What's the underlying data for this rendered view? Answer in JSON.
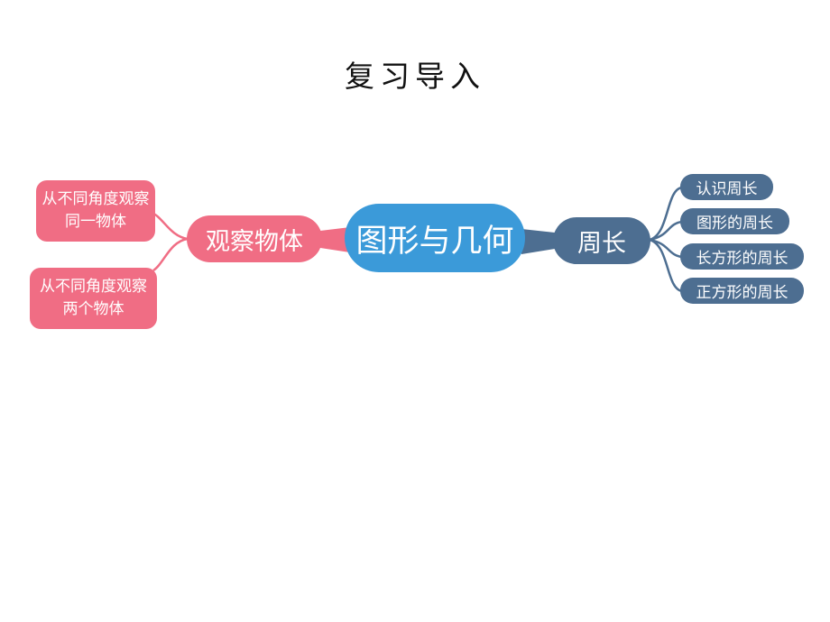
{
  "title": "复习导入",
  "center_topic": "图形与几何",
  "left_branch": {
    "label": "观察物体",
    "color": "#f06d84",
    "children": [
      "从不同角度观察同一物体",
      "从不同角度观察两个物体"
    ]
  },
  "right_branch": {
    "label": "周长",
    "color": "#4d6e91",
    "children": [
      "认识周长",
      "图形的周长",
      "长方形的周长",
      "正方形的周长"
    ]
  },
  "center_color": "#3b9ad9"
}
